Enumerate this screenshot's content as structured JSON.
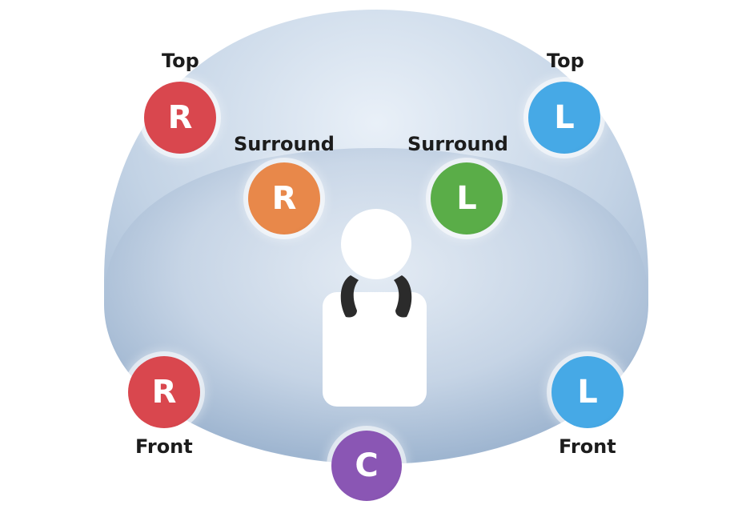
{
  "labels": {
    "top_right": "Top",
    "top_left": "Top",
    "surround_right": "Surround",
    "surround_left": "Surround",
    "front_right": "Front",
    "front_left": "Front"
  },
  "speakers": {
    "top_r": {
      "letter": "R",
      "color": "#d9474e"
    },
    "top_l": {
      "letter": "L",
      "color": "#46a9e6"
    },
    "surround_r": {
      "letter": "R",
      "color": "#e8884a"
    },
    "surround_l": {
      "letter": "L",
      "color": "#5aad48"
    },
    "front_r": {
      "letter": "R",
      "color": "#d9474e"
    },
    "front_l": {
      "letter": "L",
      "color": "#46a9e6"
    },
    "center": {
      "letter": "C",
      "color": "#8a56b4"
    }
  },
  "colors": {
    "dome_outer": "#a9c0da",
    "dome_inner": "#bccde0",
    "listener": "#ffffff",
    "headphones": "#2b2b2b"
  }
}
